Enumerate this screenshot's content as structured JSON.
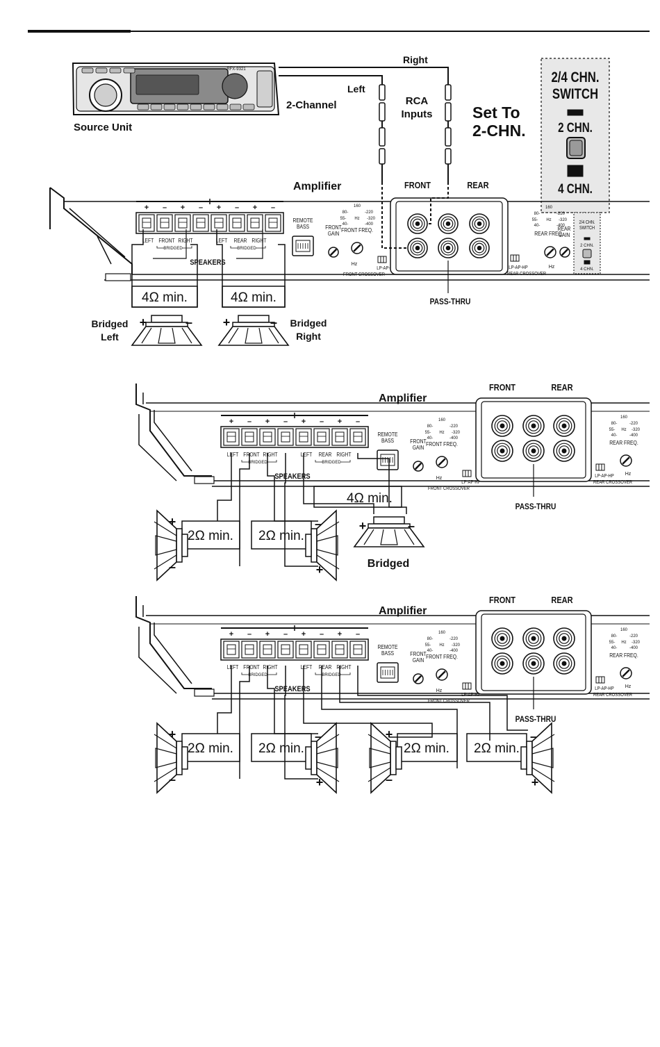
{
  "diagram1": {
    "source_unit": "Source Unit",
    "two_channel": "2-Channel",
    "right": "Right",
    "left": "Left",
    "rca_inputs": "RCA\nInputs",
    "set_to": "Set To\n2-CHN.",
    "switch_title": "2/4 CHN.\nSWITCH",
    "two_chn": "2 CHN.",
    "four_chn": "4 CHN.",
    "amplifier": "Amplifier",
    "bridged_left": "Bridged\nLeft",
    "bridged_right": "Bridged\nRight",
    "ohm_min_4": "4Ω min.",
    "head_unit_model": "RFX-9321"
  },
  "diagram2": {
    "amplifier": "Amplifier",
    "bridged": "Bridged",
    "ohm_min_4": "4Ω min.",
    "ohm_min_2": "2Ω min."
  },
  "diagram3": {
    "amplifier": "Amplifier",
    "ohm_min_2": "2Ω min."
  },
  "amp_panel": {
    "front": "FRONT",
    "rear": "REAR",
    "pass_thru": "PASS-THRU",
    "speakers": "SPEAKERS",
    "remote_bass": "REMOTE\nBASS",
    "front_gain": "FRONT\nGAIN",
    "rear_gain": "REAR\nGAIN",
    "front_freq": "FRONT FREQ.",
    "rear_freq": "REAR FREQ.",
    "front_crossover": "FRONT CROSSOVER",
    "rear_crossover": "REAR CROSSOVER",
    "lp_ap_hp": "LP-AP-HP",
    "hz": "Hz",
    "left": "LEFT",
    "right": "RIGHT",
    "front_label": "FRONT",
    "rear_label": "REAR",
    "bridged": "BRIDGED",
    "switch_small": "2/4 CHN.\nSWITCH",
    "two_chn_small": "2 CHN.",
    "four_chn_small": "4 CHN.",
    "freq_scale": [
      "160",
      "80-",
      "-220",
      "55-",
      "Hz",
      "-320",
      "40-",
      "-400"
    ],
    "terminal_polarity": [
      "+",
      "–",
      "+",
      "–",
      "+",
      "–",
      "+",
      "–"
    ]
  },
  "polarity": {
    "plus": "+",
    "minus": "–"
  }
}
